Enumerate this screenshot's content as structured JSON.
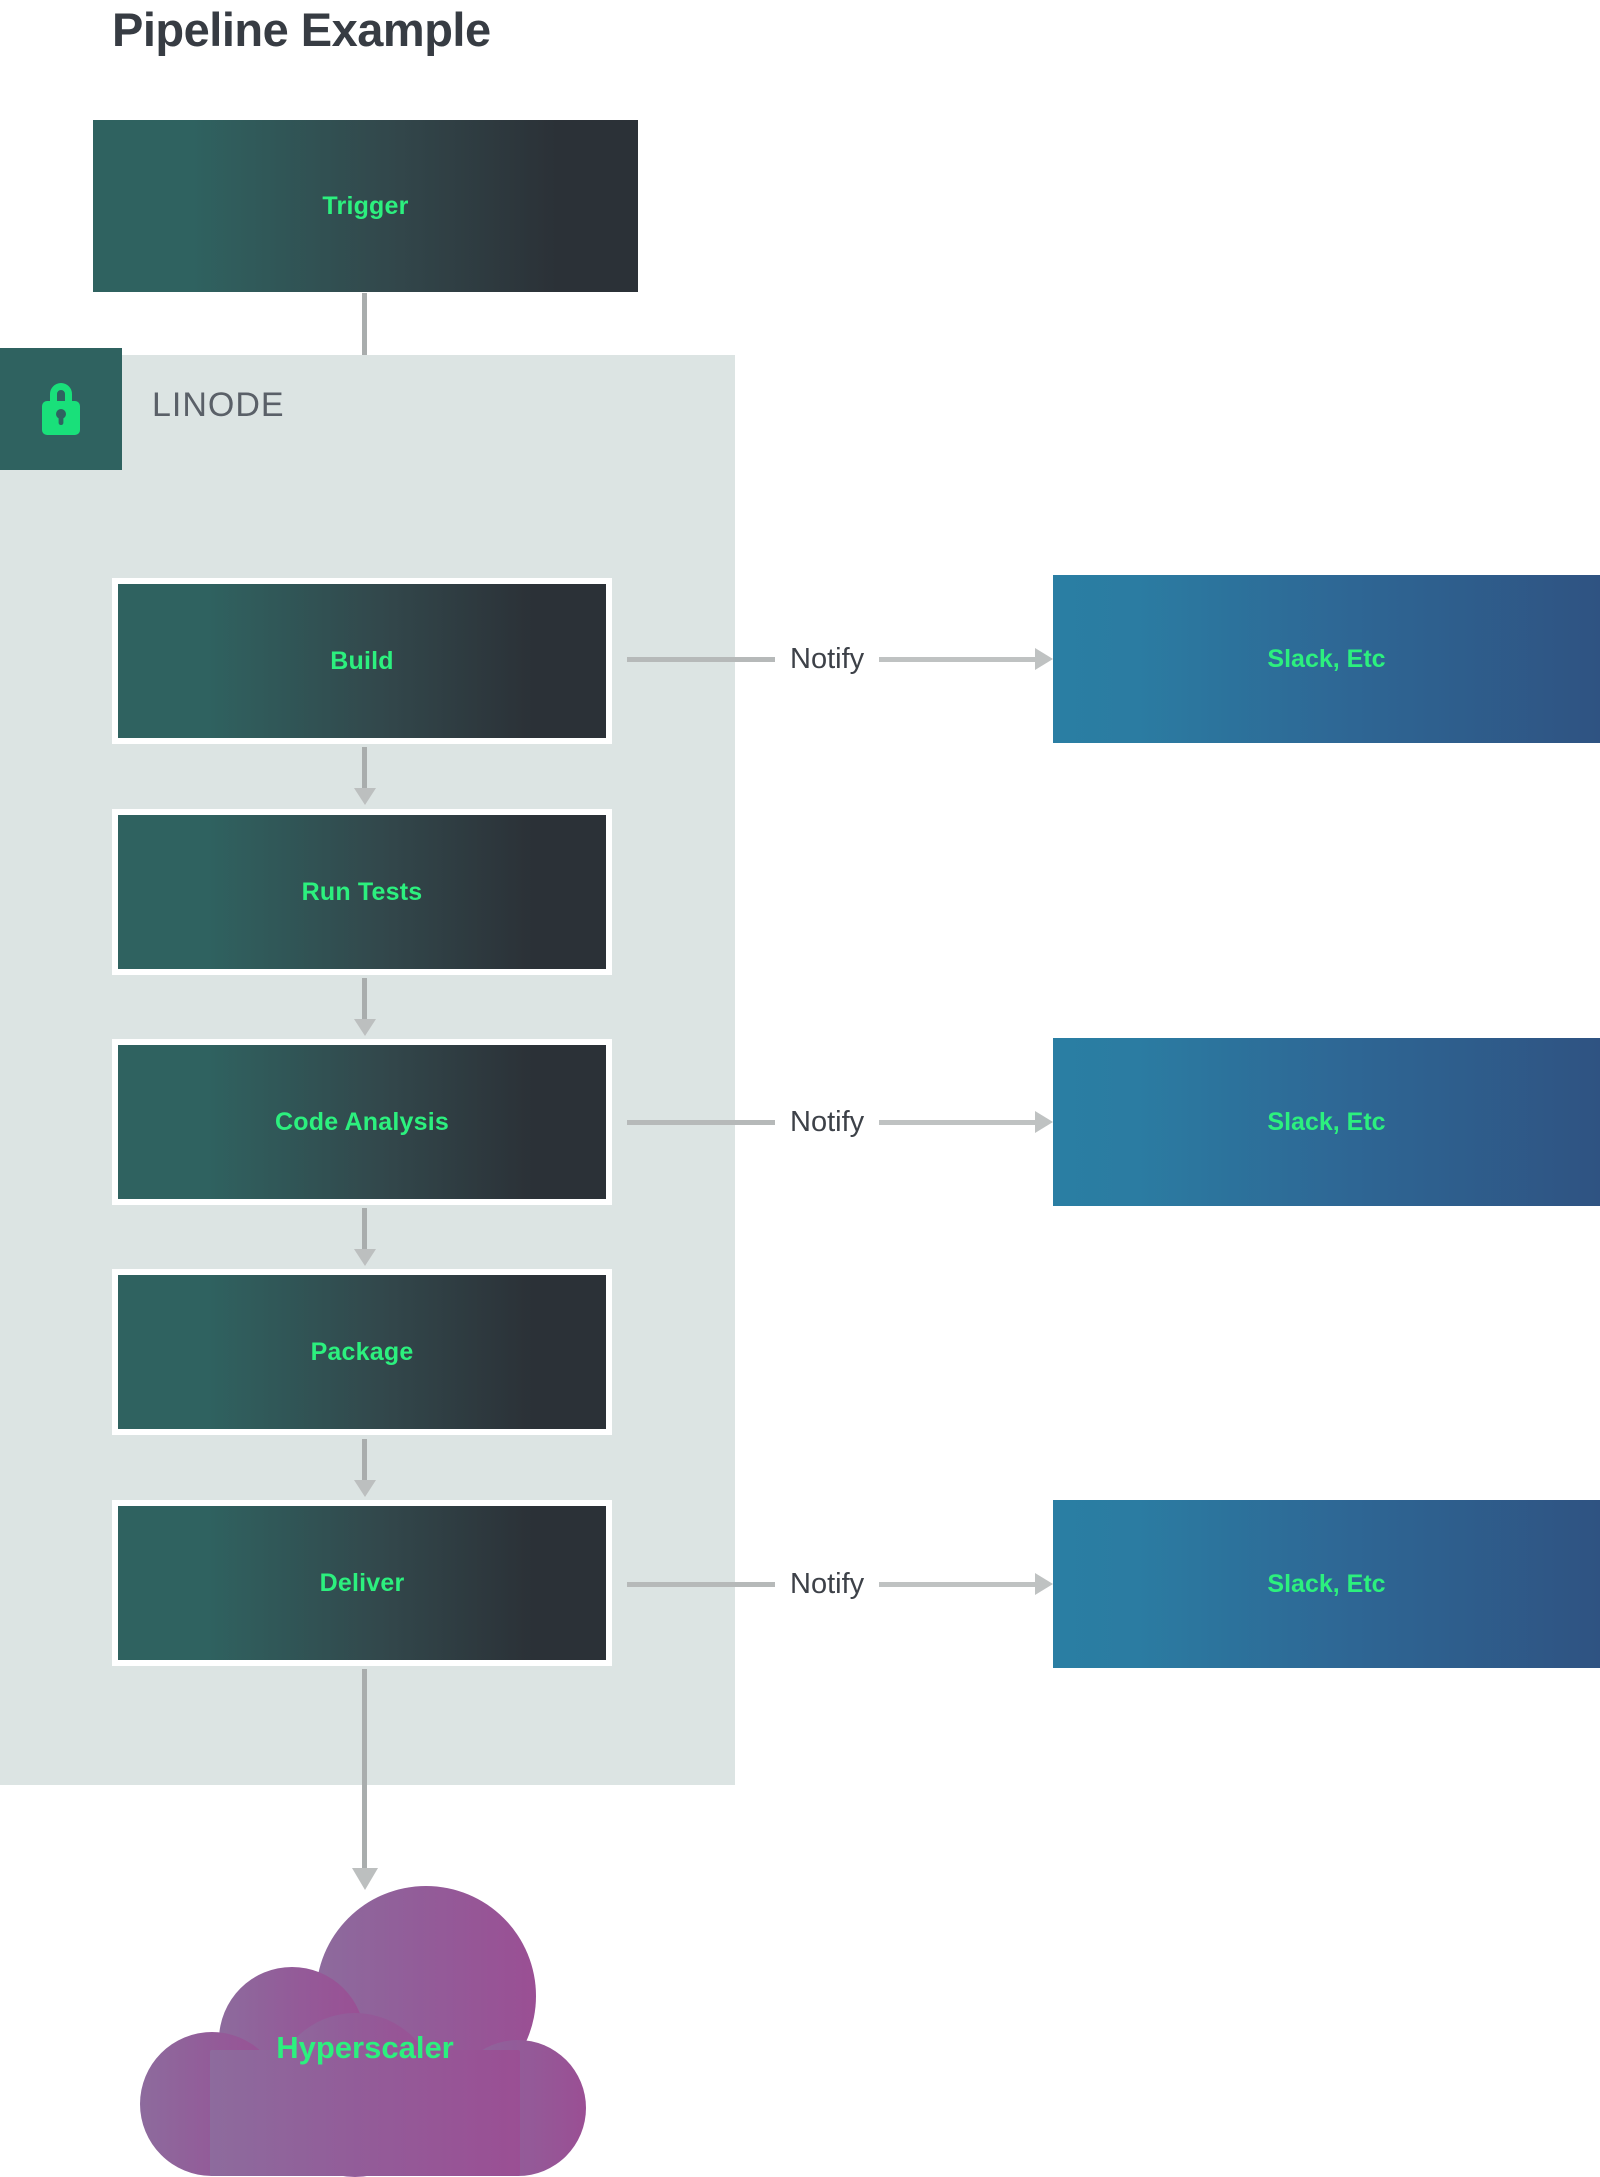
{
  "page": {
    "title": "Pipeline Example",
    "background": "#ffffff"
  },
  "colors": {
    "accent_green": "#2cf07e",
    "stage_gradient_start": "#2f6260",
    "stage_gradient_end": "#2b3137",
    "zone_background": "#dce4e3",
    "zone_badge": "#2f6260",
    "slack_gradient_start": "#2a7ea3",
    "slack_gradient_end": "#2f5382",
    "cloud_gradient_start": "#8f6a9e",
    "cloud_gradient_end": "#9a4f94",
    "arrow_gray": "#b6b9b9",
    "title_gray": "#373c43",
    "zone_label_gray": "#5a6068"
  },
  "trigger": {
    "label": "Trigger"
  },
  "zone": {
    "name": "LINODE",
    "icon": "lock-icon"
  },
  "stages": [
    {
      "id": "build",
      "label": "Build"
    },
    {
      "id": "run-tests",
      "label": "Run Tests"
    },
    {
      "id": "code-analysis",
      "label": "Code Analysis"
    },
    {
      "id": "package",
      "label": "Package"
    },
    {
      "id": "deliver",
      "label": "Deliver"
    }
  ],
  "notifications": [
    {
      "from": "build",
      "edge_label": "Notify",
      "target_label": "Slack, Etc"
    },
    {
      "from": "code-analysis",
      "edge_label": "Notify",
      "target_label": "Slack, Etc"
    },
    {
      "from": "deliver",
      "edge_label": "Notify",
      "target_label": "Slack, Etc"
    }
  ],
  "cloud": {
    "label": "Hyperscaler"
  }
}
